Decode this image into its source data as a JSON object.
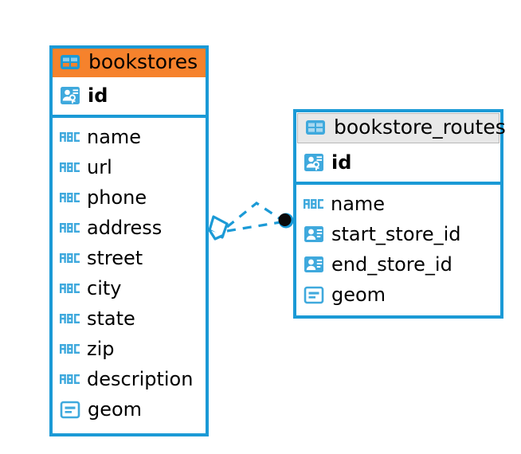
{
  "diagram": {
    "type": "entity-relationship-diagram",
    "background_color": "#ffffff",
    "accent_color": "#1b9ad6",
    "selected_header_color": "#f6822c",
    "header_color": "#e8e8e8"
  },
  "tables": [
    {
      "name": "bookstores",
      "selected": true,
      "header_icon": "table-icon",
      "primary_key": {
        "label": "id",
        "icon": "primary-key-icon"
      },
      "fields": [
        {
          "label": "name",
          "icon": "text-type-icon"
        },
        {
          "label": "url",
          "icon": "text-type-icon"
        },
        {
          "label": "phone",
          "icon": "text-type-icon"
        },
        {
          "label": "address",
          "icon": "text-type-icon"
        },
        {
          "label": "street",
          "icon": "text-type-icon"
        },
        {
          "label": "city",
          "icon": "text-type-icon"
        },
        {
          "label": "state",
          "icon": "text-type-icon"
        },
        {
          "label": "zip",
          "icon": "text-type-icon"
        },
        {
          "label": "description",
          "icon": "text-type-icon"
        },
        {
          "label": "geom",
          "icon": "geometry-type-icon"
        }
      ]
    },
    {
      "name": "bookstore_routes",
      "selected": false,
      "header_icon": "table-icon",
      "primary_key": {
        "label": "id",
        "icon": "primary-key-icon"
      },
      "fields": [
        {
          "label": "name",
          "icon": "text-type-icon"
        },
        {
          "label": "start_store_id",
          "icon": "foreign-key-icon"
        },
        {
          "label": "end_store_id",
          "icon": "foreign-key-icon"
        },
        {
          "label": "geom",
          "icon": "geometry-type-icon"
        }
      ]
    }
  ],
  "relationship": {
    "line_style": "dashed",
    "line_color": "#1b9ad6",
    "source_marker": "diamond-marker",
    "target_marker": "circle-marker"
  }
}
